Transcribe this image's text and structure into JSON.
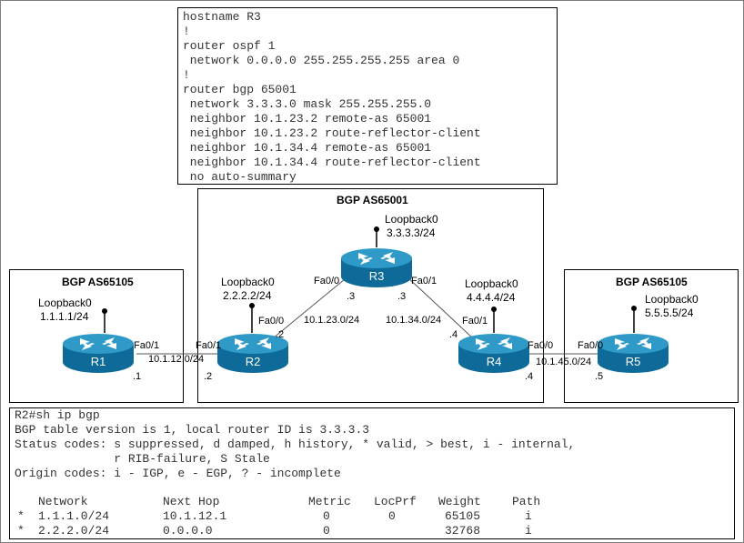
{
  "config": {
    "lines": [
      "hostname R3",
      "!",
      "router ospf 1",
      " network 0.0.0.0 255.255.255.255 area 0",
      "!",
      "router bgp 65001",
      " network 3.3.3.0 mask 255.255.255.0",
      " neighbor 10.1.23.2 remote-as 65001",
      " neighbor 10.1.23.2 route-reflector-client",
      " neighbor 10.1.34.4 remote-as 65001",
      " neighbor 10.1.34.4 route-reflector-client",
      " no auto-summary"
    ]
  },
  "as_boxes": {
    "center": "BGP AS65001",
    "left": "BGP AS65105",
    "right": "BGP AS65105"
  },
  "routers": {
    "r1": {
      "name": "R1",
      "loopback": "Loopback0",
      "loopback_ip": "1.1.1.1/24",
      "iface": "Fa0/1",
      "host": ".1"
    },
    "r2": {
      "name": "R2",
      "loopback": "Loopback0",
      "loopback_ip": "2.2.2.2/24",
      "iface_left": "Fa0/1",
      "iface_right": "Fa0/0",
      "host_left": ".2",
      "host_right": ".2"
    },
    "r3": {
      "name": "R3",
      "loopback": "Loopback0",
      "loopback_ip": "3.3.3.3/24",
      "iface_left": "Fa0/0",
      "iface_right": "Fa0/1",
      "host_left": ".3",
      "host_right": ".3"
    },
    "r4": {
      "name": "R4",
      "loopback": "Loopback0",
      "loopback_ip": "4.4.4.4/24",
      "iface_left": "Fa0/1",
      "iface_right": "Fa0/0",
      "host_left": ".4",
      "host_right": ".4"
    },
    "r5": {
      "name": "R5",
      "loopback": "Loopback0",
      "loopback_ip": "5.5.5.5/24",
      "iface": "Fa0/0",
      "host": ".5"
    }
  },
  "subnets": {
    "r1_r2": "10.1.12.0/24",
    "r2_r3": "10.1.23.0/24",
    "r3_r4": "10.1.34.0/24",
    "r4_r5": "10.1.45.0/24"
  },
  "output": {
    "lines": [
      "R2#sh ip bgp",
      "BGP table version is 1, local router ID is 3.3.3.3",
      "Status codes: s suppressed, d damped, h history, * valid, > best, i - internal,",
      "              r RIB-failure, S Stale",
      "Origin codes: i - IGP, e - EGP, ? - incomplete"
    ],
    "table": {
      "headers": [
        "Network",
        "Next Hop",
        "Metric",
        "LocPrf",
        "Weight",
        "Path"
      ],
      "rows": [
        {
          "status": "*",
          "network": "1.1.1.0/24",
          "next_hop": "10.1.12.1",
          "metric": "0",
          "locprf": "0",
          "weight": "65105",
          "path": "i"
        },
        {
          "status": "*",
          "network": "2.2.2.0/24",
          "next_hop": "0.0.0.0",
          "metric": "0",
          "locprf": "",
          "weight": "32768",
          "path": "i"
        }
      ]
    }
  },
  "colors": {
    "router_top": "#2f9ac8",
    "router_side": "#0e6a98",
    "line": "#555555"
  }
}
